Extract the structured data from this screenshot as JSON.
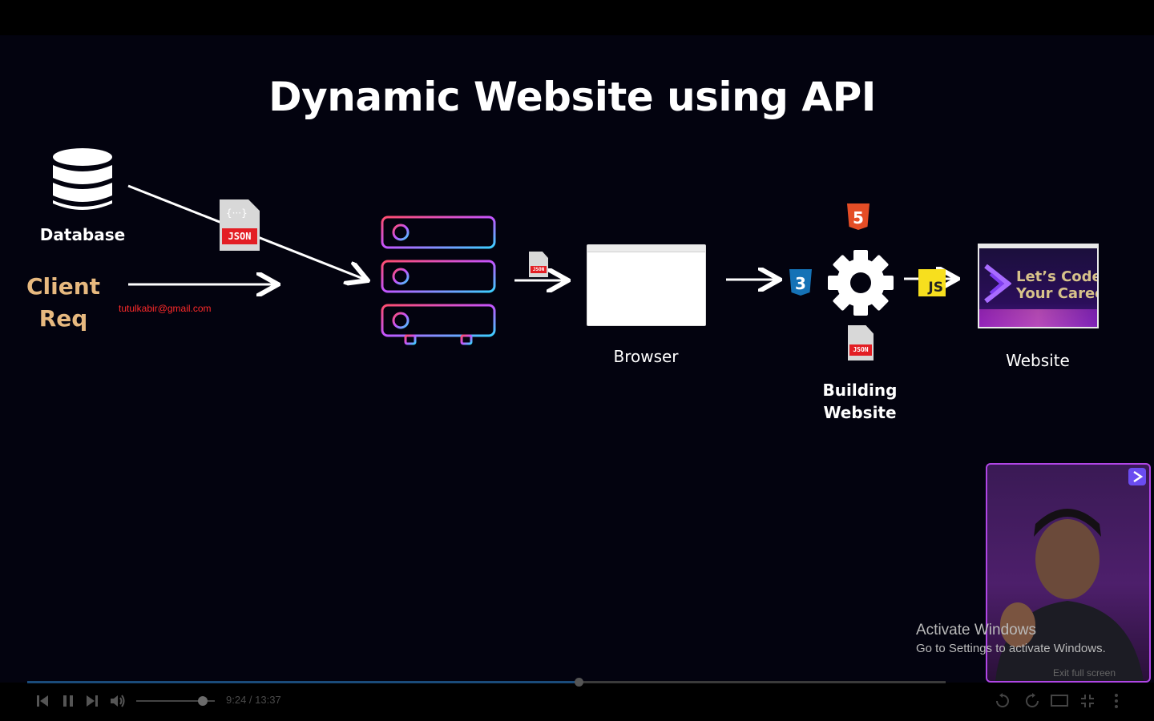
{
  "slide": {
    "title": "Dynamic Website using API",
    "database_label": "Database",
    "client_line1": "Client",
    "client_line2": "Req",
    "email": "tutulkabir@gmail.com",
    "json_tag": "JSON",
    "browser_label": "Browser",
    "building_line1": "Building",
    "building_line2": "Website",
    "website_label": "Website",
    "website_thumb_line1": "Let’s Code",
    "website_thumb_line2": "Your Career",
    "html_badge": "5",
    "css_badge": "3",
    "js_badge": "JS"
  },
  "overlay": {
    "activate_title": "Activate Windows",
    "activate_sub": "Go to Settings to activate Windows.",
    "exit_fullscreen": "Exit full screen"
  },
  "player": {
    "time": "9:24 / 13:37",
    "progress": 0.6,
    "volume": 0.85
  },
  "colors": {
    "background": "#03030f",
    "client_text": "#e7b97f",
    "email_text": "#ff2a2a",
    "json_red": "#e31e24",
    "html_orange": "#e44d26",
    "css_blue": "#1572b6",
    "js_yellow": "#f7df1e"
  },
  "icons": [
    "database-icon",
    "json-file-icon",
    "server-icon",
    "browser-window-icon",
    "html5-icon",
    "css3-icon",
    "gear-icon",
    "js-icon",
    "website-thumbnail",
    "play-logo-icon"
  ]
}
